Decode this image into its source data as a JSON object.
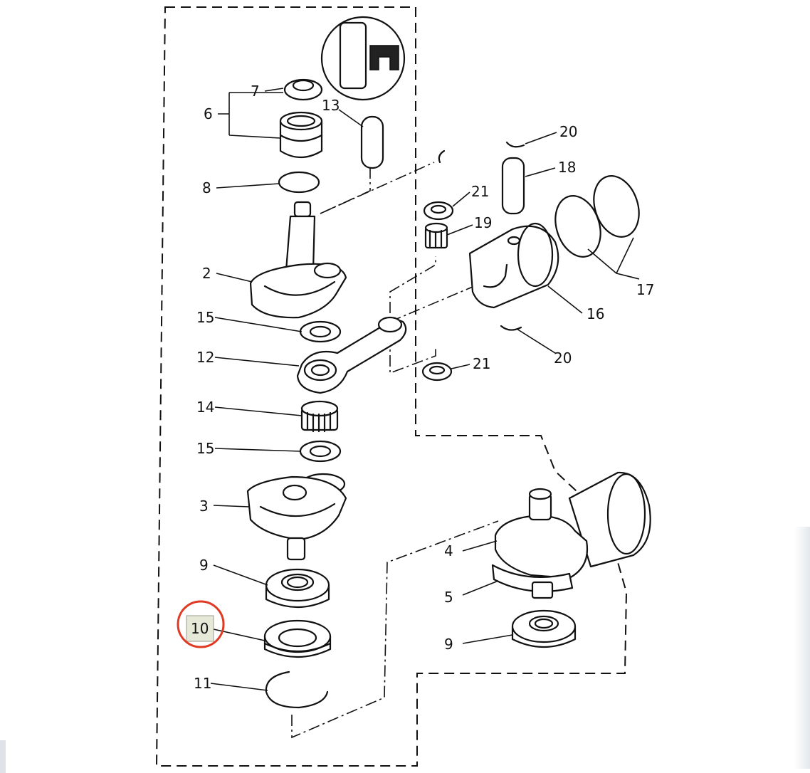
{
  "diagram": {
    "part_labels": {
      "p2": "2",
      "p3": "3",
      "p4": "4",
      "p5": "5",
      "p6": "6",
      "p7": "7",
      "p8": "8",
      "p9a": "9",
      "p9b": "9",
      "p10": "10",
      "p11": "11",
      "p12": "12",
      "p13": "13",
      "p14": "14",
      "p15a": "15",
      "p15b": "15",
      "p16": "16",
      "p17": "17",
      "p18": "18",
      "p19": "19",
      "p20a": "20",
      "p20b": "20",
      "p21a": "21",
      "p21b": "21"
    },
    "highlight": {
      "label": "10",
      "circle_color": "#e03a24",
      "box_color": "#e6e8d8"
    }
  }
}
